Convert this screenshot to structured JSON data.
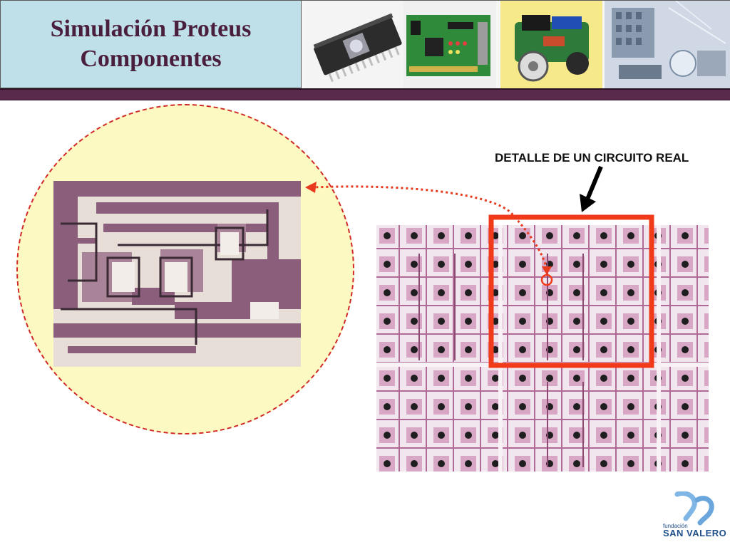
{
  "title": {
    "line1": "Simulación Proteus",
    "line2": "Componentes"
  },
  "caption": "DETALLE DE UN CIRCUITO REAL",
  "logo": {
    "small_text": "fundación",
    "big_text": "SAN VALERO"
  },
  "header_images": [
    "eprom-chip-icon",
    "circuit-board-icon",
    "robot-kit-icon",
    "building-collage-icon"
  ],
  "colors": {
    "title_bg": "#bfe0e8",
    "title_text": "#4a1f3d",
    "band": "#5a2a4c",
    "circle_fill": "#fdf9c3",
    "circle_border": "#d02a2a",
    "highlight": "#f03a1a"
  }
}
